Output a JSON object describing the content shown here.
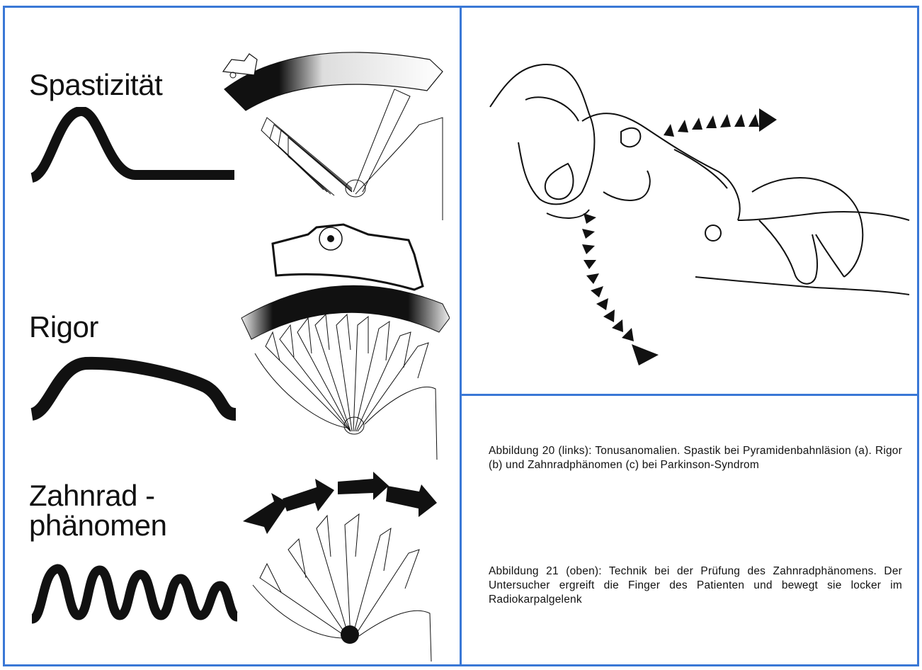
{
  "figure": {
    "labels": {
      "spastizitaet": "Spastizität",
      "rigor": "Rigor",
      "zahnrad_line1": "Zahnrad -",
      "zahnrad_line2": "phänomen"
    },
    "ink_color": "#111111",
    "border_color": "#3a78d6"
  },
  "captions": {
    "abb20": "Abbildung 20 (links): Tonusanomalien. Spastik bei Pyramidenbahnläsion (a). Rigor (b) und Zahnradphänomen (c) bei Parkinson-Syndrom",
    "abb21": "Abbildung 21 (oben): Technik bei der Prüfung des Zahnradphänomens. Der Untersucher ergreift die Finger des Patienten und bewegt sie locker im Radiokarpalgelenk"
  }
}
